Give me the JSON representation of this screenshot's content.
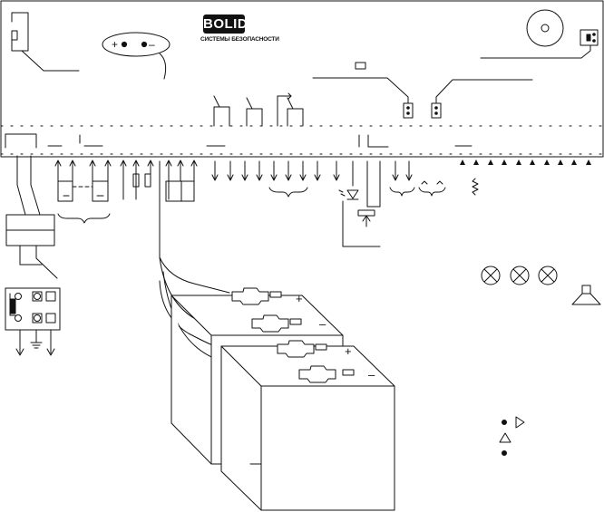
{
  "brand": {
    "logo_text": "BOLID",
    "tagline": "СИСТЕМЫ БЕЗОПАСНОСТИ"
  },
  "power_marks": {
    "led_plus": "+",
    "led_minus": "–"
  },
  "batteries": {
    "battery_1": {
      "plus": "+",
      "minus": "–"
    },
    "battery_2": {
      "plus": "+",
      "minus": "–"
    }
  },
  "legend": {
    "items": [
      {
        "symbol": "dot",
        "mark": "triangle-right"
      },
      {
        "symbol": "triangle-up"
      },
      {
        "symbol": "dot"
      }
    ]
  },
  "outputs": {
    "lamps": 3,
    "siren": 1
  }
}
